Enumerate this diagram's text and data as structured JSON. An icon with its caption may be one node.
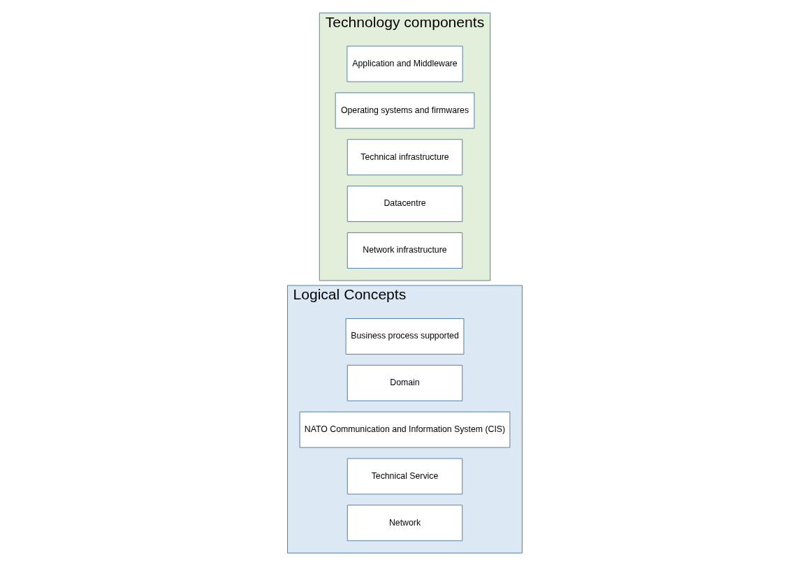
{
  "diagram": {
    "nodes": [
      {
        "text": [
          "Logical Concepts"
        ]
      },
      {
        "text": [
          "Business process supported"
        ],
        "in": 0
      },
      {
        "text": [
          "Domain"
        ],
        "in": 0
      },
      {
        "text": [
          "NATO Communication and Information System (CIS)"
        ],
        "in": 0
      },
      {
        "text": [
          "Technical Service"
        ],
        "in": 0
      },
      {
        "text": [
          "Network"
        ],
        "in": 0
      },
      {
        "text": [
          "Technology components"
        ]
      },
      {
        "text": [
          "Application and Middleware"
        ],
        "in": 6
      },
      {
        "text": [
          "Operating systems and firmwares"
        ],
        "in": 6
      },
      {
        "text": [
          "Technical infrastructure"
        ],
        "in": 6
      },
      {
        "text": [
          "Datacentre"
        ],
        "in": 6
      },
      {
        "text": [
          "Network infrastructure"
        ],
        "in": 6
      }
    ]
  }
}
